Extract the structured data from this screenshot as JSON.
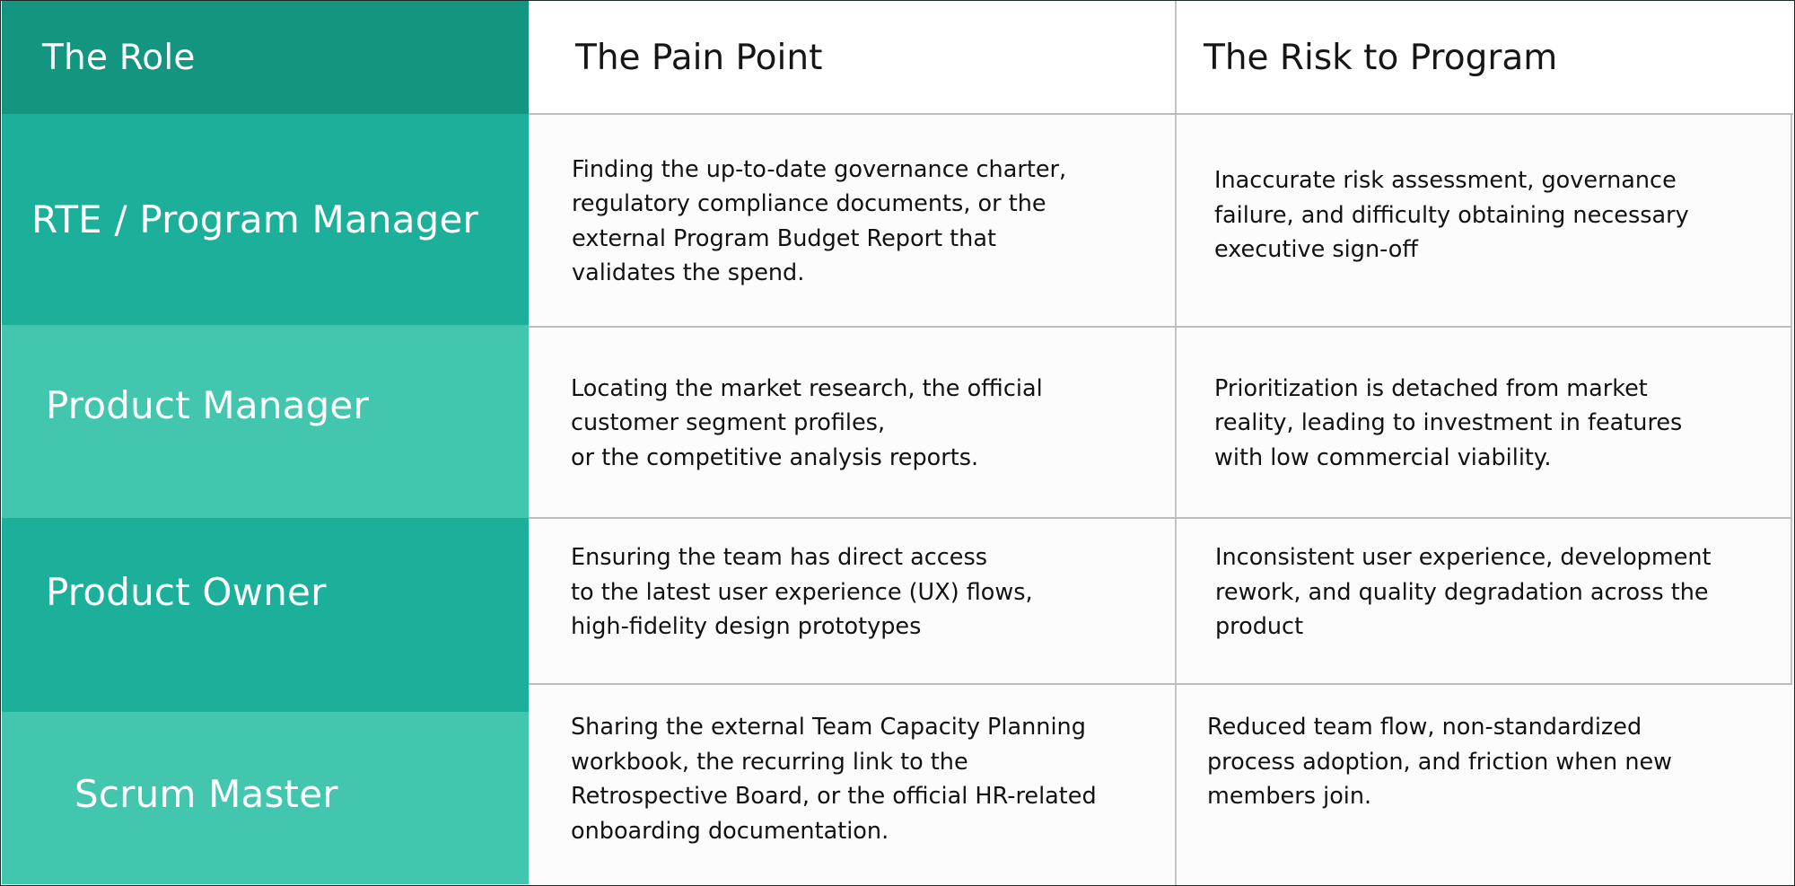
{
  "table": {
    "headers": {
      "role": "The Role",
      "pain_point": "The Pain Point",
      "risk": "The Risk to Program"
    },
    "colors": {
      "header_role_bg": "#13957f",
      "teal_dark": "#1cb09a",
      "teal_light": "#43c6ae",
      "role_text": "#ffffff",
      "body_text": "#121212",
      "divider": "#bdbdbd"
    },
    "rows": [
      {
        "role": "RTE / Program Manager",
        "pain_point": "Finding the up-to-date governance charter,\nregulatory compliance documents, or the\nexternal Program Budget Report that\nvalidates the spend.",
        "risk": "Inaccurate risk assessment, governance\nfailure, and difficulty obtaining necessary\nexecutive sign-off"
      },
      {
        "role": "Product Manager",
        "pain_point": "Locating the market research, the official\ncustomer segment profiles,\nor the competitive analysis reports.",
        "risk": "Prioritization is detached from market\nreality, leading to investment in features\nwith low commercial viability."
      },
      {
        "role": "Product Owner",
        "pain_point": "Ensuring the team has direct access\nto the latest user experience (UX) flows,\nhigh-fidelity design prototypes",
        "risk": "Inconsistent user experience, development\nrework, and quality degradation across the\nproduct"
      },
      {
        "role": "Scrum Master",
        "pain_point": "Sharing the external Team Capacity Planning\nworkbook, the recurring link to the\nRetrospective Board, or the official HR-related\nonboarding documentation.",
        "risk": "Reduced team flow, non-standardized\nprocess adoption, and friction when new\nmembers join."
      }
    ]
  }
}
